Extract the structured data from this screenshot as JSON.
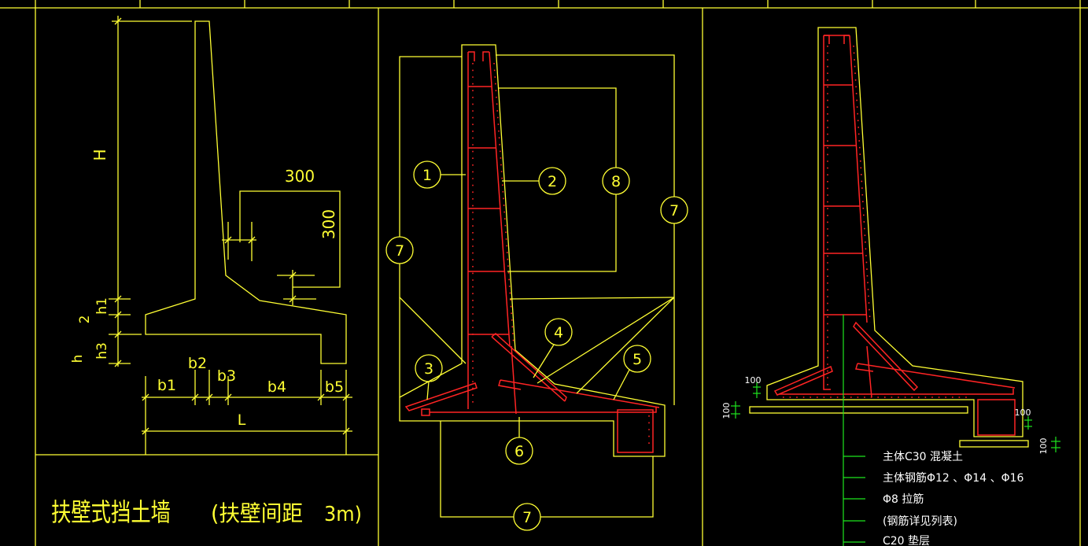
{
  "colors": {
    "background": "#000000",
    "outline": "#ffff33",
    "rebar": "#ff2424",
    "leader_green": "#1ee61e",
    "note_text": "#ffffff"
  },
  "left_panel": {
    "dims": {
      "H": "H",
      "haunch_h": "300",
      "haunch_v": "300",
      "h1": "h1",
      "h2": "2",
      "h3": "h3",
      "h": "h",
      "b1": "b1",
      "b2": "b2",
      "b3": "b3",
      "b4": "b4",
      "b5": "b5",
      "L": "L"
    },
    "title": {
      "main": "扶壁式挡土墙",
      "spacing": "(扶壁间距",
      "value": "3m)"
    }
  },
  "middle_panel": {
    "callouts": {
      "c1": "1",
      "c2": "2",
      "c8": "8",
      "c7_left": "7",
      "c7_right": "7",
      "c4": "4",
      "c3": "3",
      "c5": "5",
      "c6": "6",
      "c7_bottom": "7"
    }
  },
  "right_panel": {
    "dims": {
      "toe_100": "100",
      "pad_100": "100",
      "heel_100": "100",
      "key_pad_100": "100"
    },
    "notes": [
      "主体C30  混凝土",
      "主体钢筋Φ12 、Φ14 、Φ16",
      "Φ8 拉筋",
      "(钢筋详见列表)",
      "C20  垫层"
    ]
  }
}
